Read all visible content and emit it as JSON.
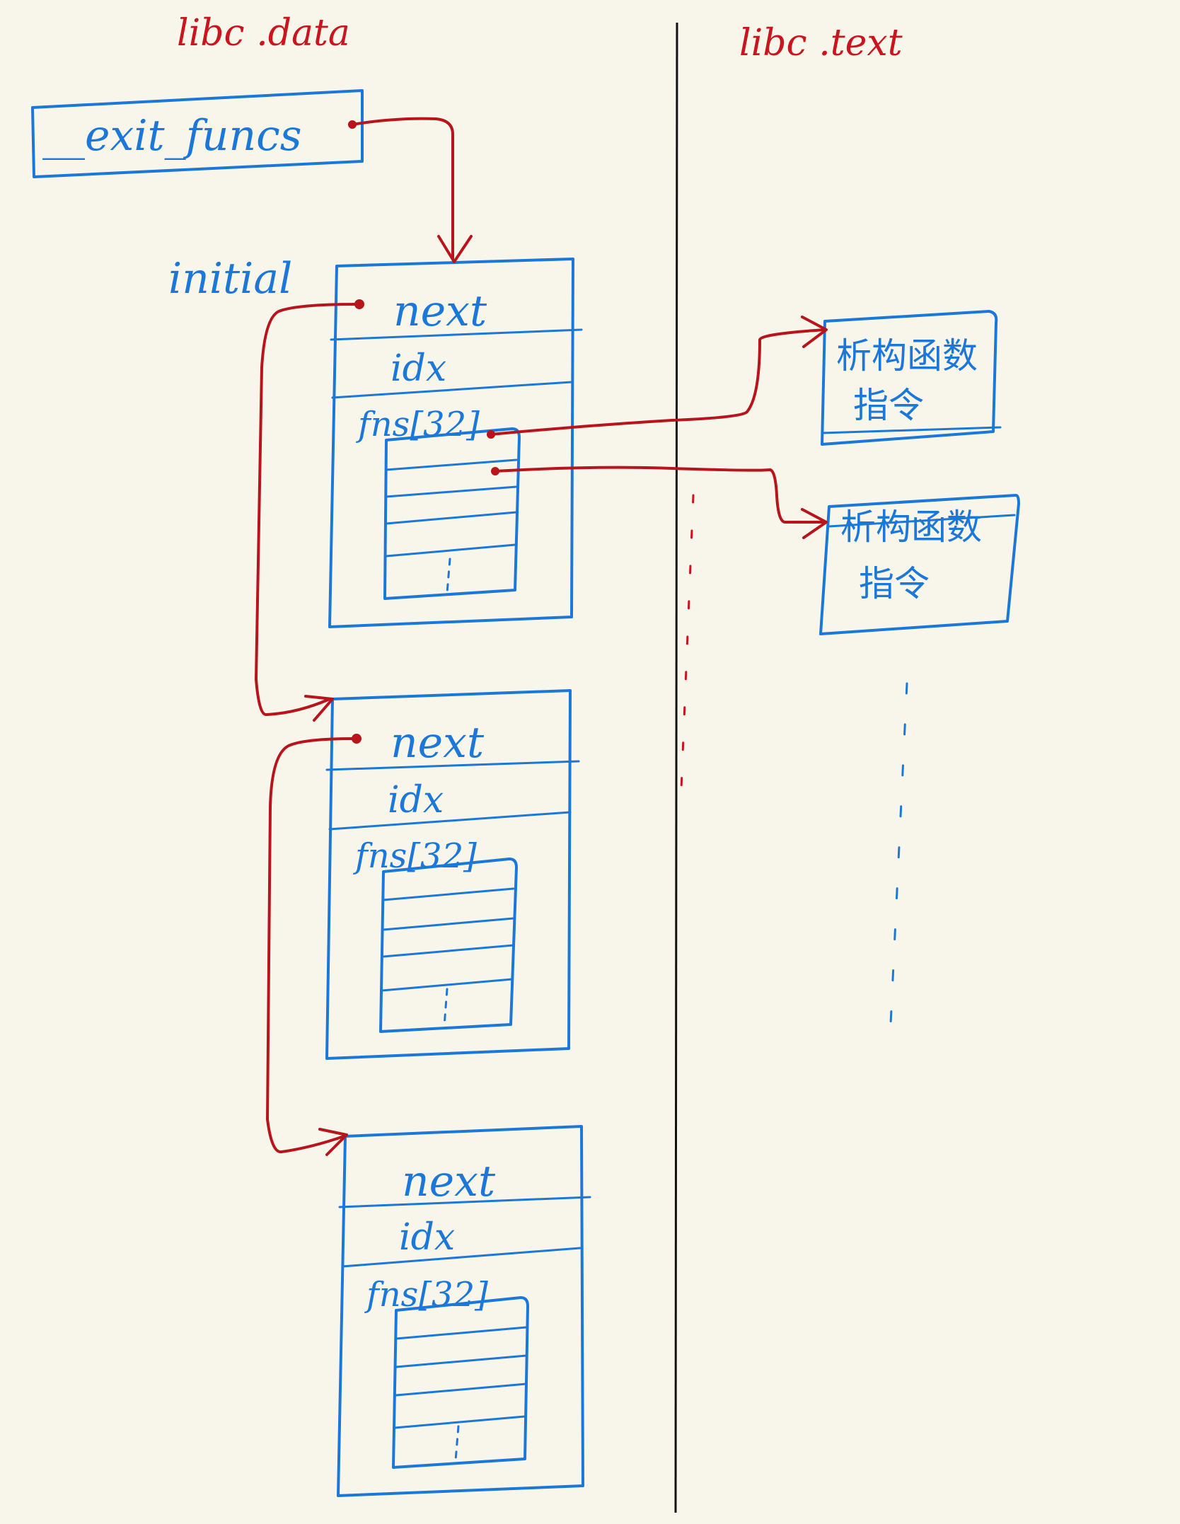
{
  "regions": {
    "left_title": "libc .data",
    "right_title": "libc .text"
  },
  "head": {
    "label": "__exit_funcs"
  },
  "initial_label": "initial",
  "nodes": [
    {
      "next": "next",
      "idx": "idx",
      "fns": "fns[32]"
    },
    {
      "next": "next",
      "idx": "idx",
      "fns": "fns[32]"
    },
    {
      "next": "next",
      "idx": "idx",
      "fns": "fns[32]"
    }
  ],
  "destructors": [
    {
      "line1": "析构函数",
      "line2": "指令"
    },
    {
      "line1": "析构函数",
      "line2": "指令"
    }
  ],
  "colors": {
    "background": "#f8f5eb",
    "ink_blue": "#1c78d8",
    "ink_red": "#c9161e",
    "divider": "#111111"
  }
}
